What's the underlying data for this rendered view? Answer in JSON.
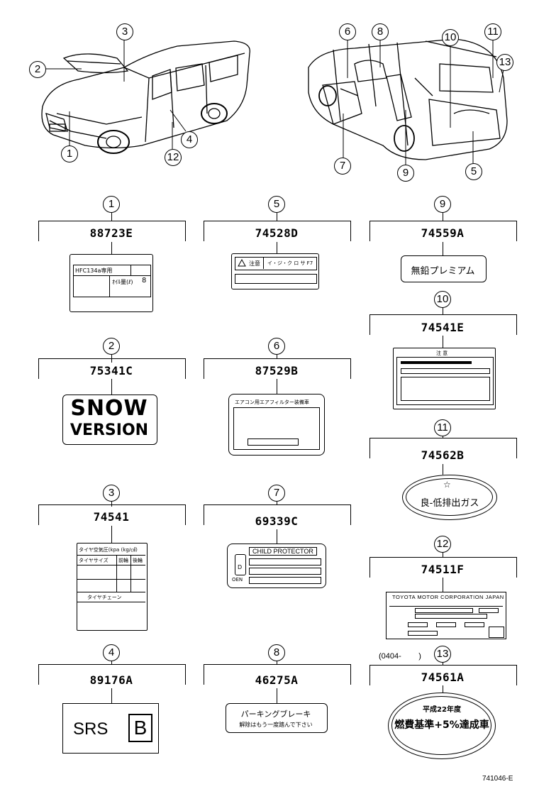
{
  "callouts": {
    "c1": "1",
    "c2": "2",
    "c3": "3",
    "c4": "4",
    "c5": "5",
    "c6": "6",
    "c7": "7",
    "c8": "8",
    "c9": "9",
    "c10": "10",
    "c11": "11",
    "c12": "12",
    "c13": "13"
  },
  "parts": {
    "p1": "88723E",
    "p2": "75341C",
    "p3": "74541",
    "p4": "89176A",
    "p5": "74528D",
    "p6": "87529B",
    "p7": "69339C",
    "p8": "46275A",
    "p9": "74559A",
    "p10": "74541E",
    "p11": "74562B",
    "p12": "74511F",
    "p13": "74561A"
  },
  "labels": {
    "l1_row1": "HFC134a専用",
    "l1_row2": "ｵｲﾙ量(ℓ)",
    "l1_val": "8",
    "l2_line1": "SNOW",
    "l2_line2": "VERSION",
    "l3_header": "タイヤ空気圧(kpa (kg/㎠)",
    "l3_col1": "タイヤサイズ",
    "l3_col2": "前輪",
    "l3_col3": "後輪",
    "l3_footer": "タイヤチェーン",
    "l4_text": "SRS",
    "l4_box": "B",
    "l5_caution": "注意",
    "l5_text": "イ・ジ・ク ロ サ F7",
    "l6_title": "エアコン用エアフィルター装備車",
    "l7_title": "CHILD PROTECTOR",
    "l7_lock": "D",
    "l7_open": "OEN",
    "l8_line1": "パーキングブレーキ",
    "l8_line2": "解除はもう一度踏んで下さい",
    "l9_text": "無鉛プレミアム",
    "l10_header": "注 意",
    "l11_text": "良-低排出ガス",
    "l12_title": "TOYOTA MOTOR CORPORATION JAPAN",
    "l13_line1": "平成22年度",
    "l13_line2": "燃費基準+5%達成車"
  },
  "date_range": "(0404-        )",
  "figure_id": "741046-E"
}
